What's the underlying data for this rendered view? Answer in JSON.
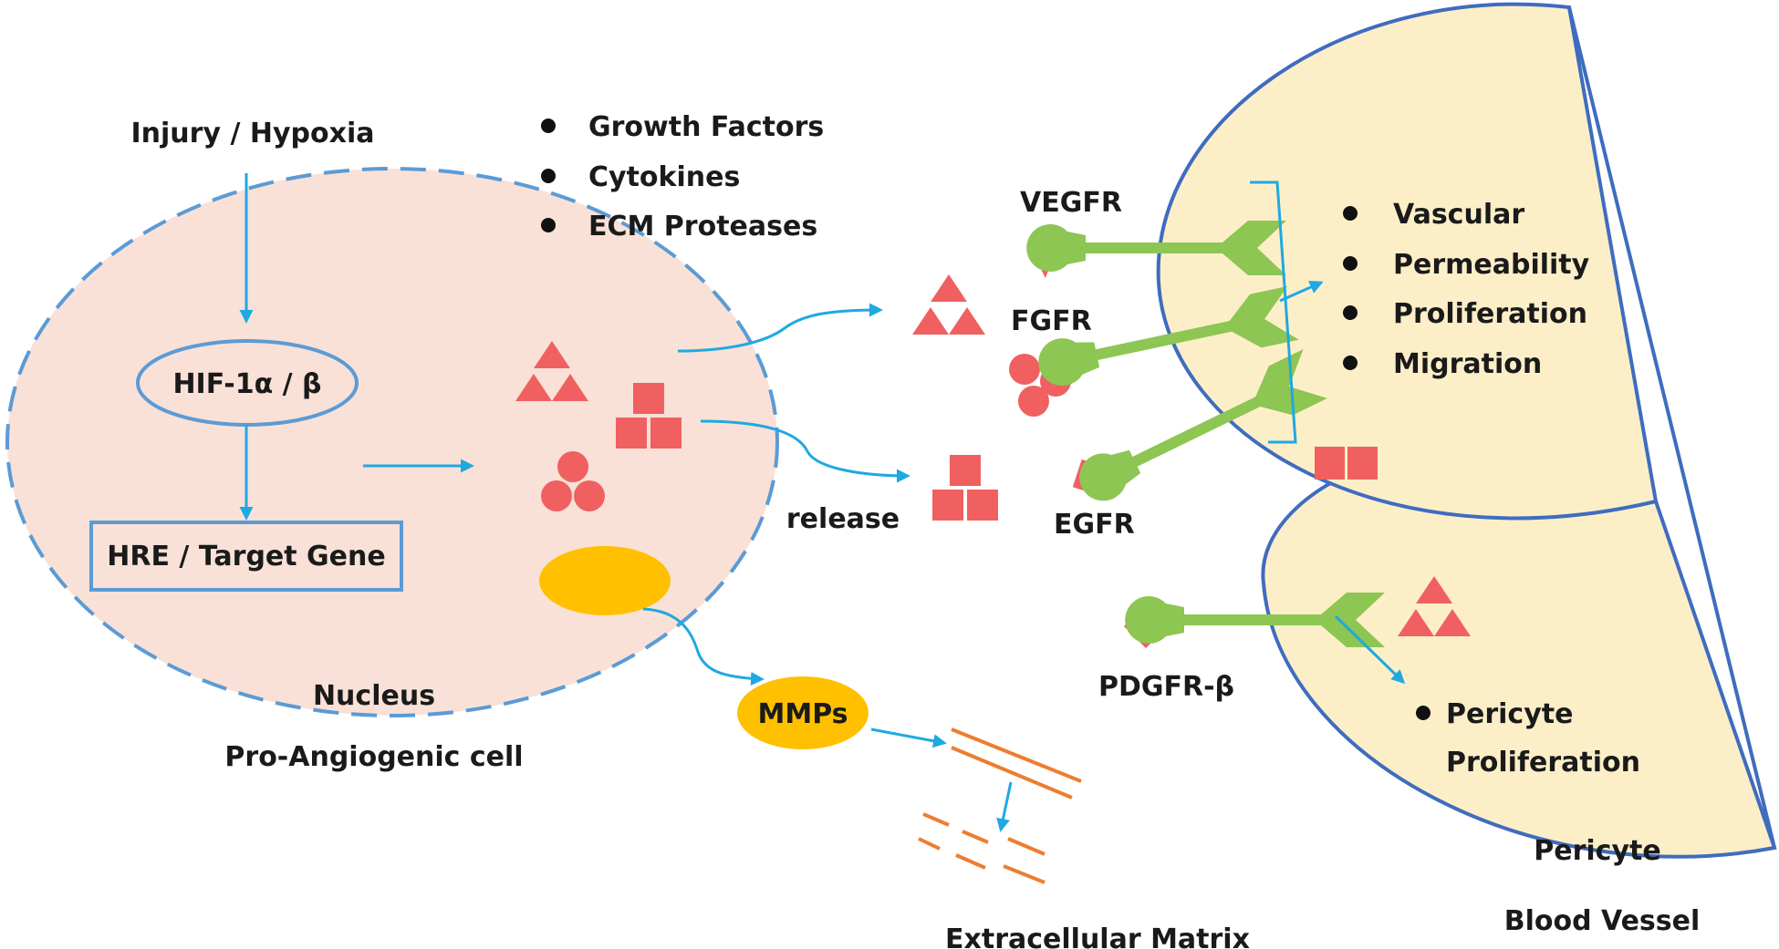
{
  "labels": {
    "injury": "Injury / Hypoxia",
    "hif": "HIF-1α / β",
    "hre": "HRE / Target Gene",
    "nucleus": "Nucleus",
    "cell": "Pro-Angiogenic cell",
    "release": "release",
    "mmps": "MMPs",
    "ecm": "Extracellular Matrix",
    "vegfr": "VEGFR",
    "fgfr": "FGFR",
    "egfr": "EGFR",
    "pdgfr": "PDGFR-β",
    "pericyte": "Pericyte",
    "blood_vessel": "Blood Vessel"
  },
  "secreted_factors": [
    "Growth Factors",
    "Cytokines",
    "ECM Proteases"
  ],
  "vessel_effects": [
    "Vascular",
    "Permeability",
    "Proliferation",
    "Migration"
  ],
  "pericyte_effect": [
    "Pericyte",
    "Proliferation"
  ],
  "colors": {
    "cell_fill": "#f9e1d7",
    "cell_border": "#5b9bd5",
    "arrow": "#1fa9e1",
    "ligand": "#f06060",
    "receptor": "#8dc652",
    "mmp": "#ffc000",
    "ecm_fiber": "#ed7d31",
    "vessel_fill": "#fcefc8",
    "vessel_border": "#3f6cbf"
  }
}
